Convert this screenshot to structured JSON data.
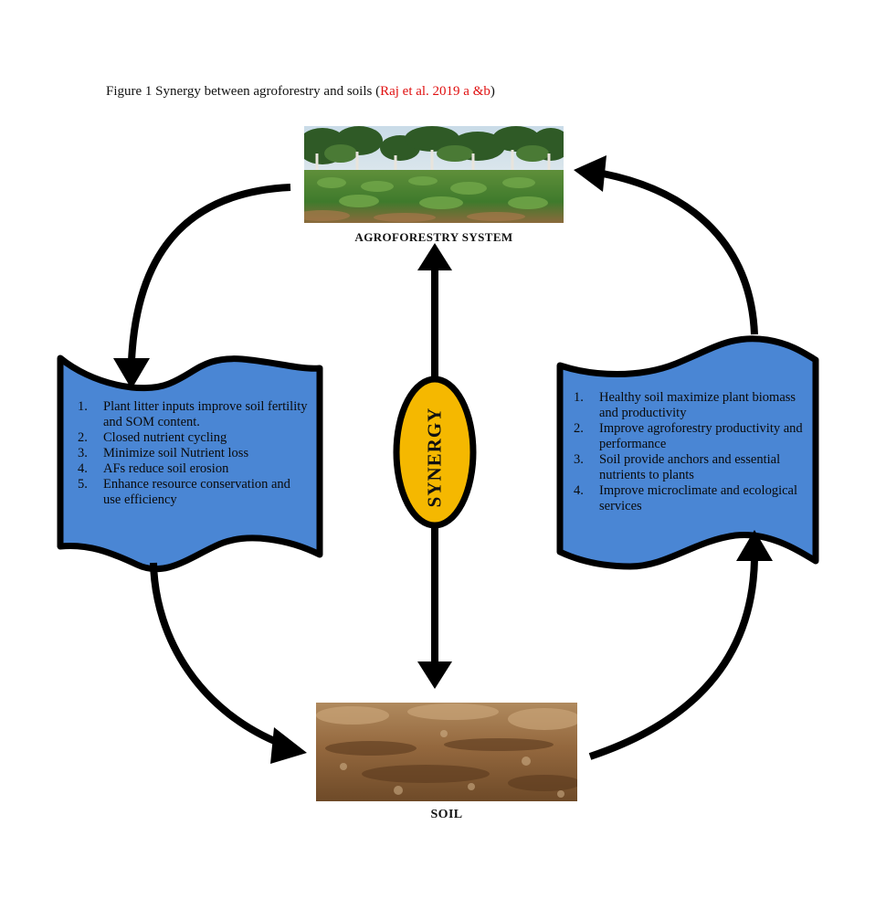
{
  "caption": {
    "text": "Figure 1 Synergy between agroforestry and soils (",
    "reference": "Raj et al. 2019 a &b",
    "closing": ")"
  },
  "top_node": {
    "label": "AGROFORESTRY SYSTEM",
    "image": "agroforestry-field-photo"
  },
  "bottom_node": {
    "label": "SOIL",
    "image": "soil-profile-photo"
  },
  "center_node": {
    "label": "SYNERGY"
  },
  "left_box": {
    "items": [
      {
        "num": "1.",
        "text": "Plant litter inputs improve soil fertility and SOM content."
      },
      {
        "num": "2.",
        "text": "Closed nutrient cycling"
      },
      {
        "num": "3.",
        "text": "Minimize soil Nutrient loss"
      },
      {
        "num": "4.",
        "text": "AFs reduce soil erosion"
      },
      {
        "num": "5.",
        "text": "Enhance resource conservation and use efficiency"
      }
    ]
  },
  "right_box": {
    "items": [
      {
        "num": "1.",
        "text": "Healthy soil maximize plant biomass and productivity"
      },
      {
        "num": "2.",
        "text": "Improve agroforestry productivity and performance"
      },
      {
        "num": "3.",
        "text": "Soil provide anchors and essential nutrients to plants"
      },
      {
        "num": "4.",
        "text": "Improve microclimate and ecological services"
      }
    ]
  },
  "colors": {
    "box_fill": "#4a86d4",
    "synergy_fill": "#f5b800",
    "outline": "#000000",
    "reference": "#e01010"
  }
}
